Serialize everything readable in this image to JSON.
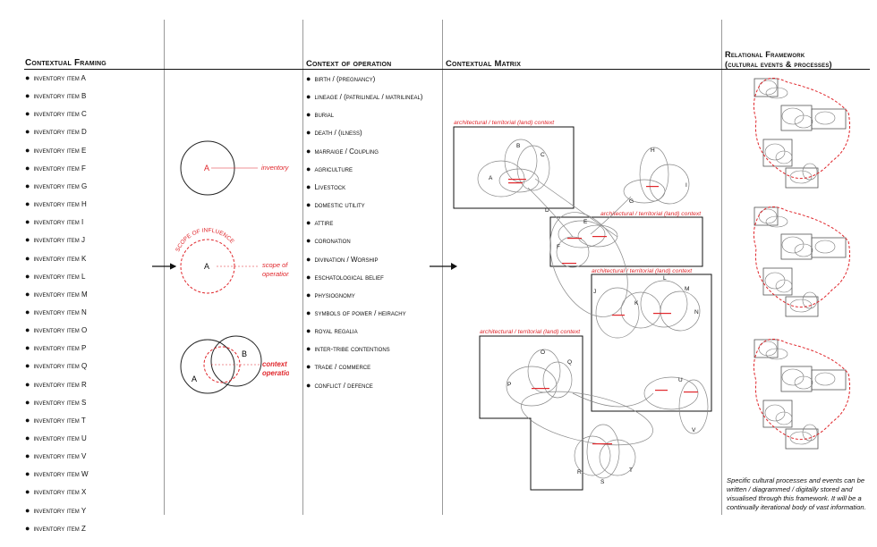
{
  "headings": {
    "framing": "Contextual Framing",
    "operation": "Context of operation",
    "matrix": "Contextual Matrix",
    "relational_line1": "Relational Framework",
    "relational_line2": "(cultural events & processes)"
  },
  "inventory_items": [
    "inventory item A",
    "inventory item B",
    "inventory item C",
    "inventory item D",
    "inventory item E",
    "inventory item F",
    "inventory item G",
    "inventory item H",
    "inventory item I",
    "inventory item J",
    "inventory item K",
    "inventory item L",
    "inventory item M",
    "inventory item N",
    "inventory item O",
    "inventory item P",
    "inventory item Q",
    "inventory item R",
    "inventory item S",
    "inventory item T",
    "inventory item U",
    "inventory item V",
    "inventory item W",
    "inventory item X",
    "inventory item Y",
    "inventory item Z"
  ],
  "operation_items": [
    "birth / (pregnancy)",
    "lineage / (patrilineal / matrilineal)",
    "burial",
    "death / (ilness)",
    "marraige / Coupling",
    "agriculture",
    "Livestock",
    "domestic utility",
    "attire",
    "coronation",
    "divination / Worship",
    "eschatological belief",
    "physiognomy",
    "symbols of power / heirachy",
    "royal regalia",
    "inter-tribe contentions",
    "trade / commerce",
    "conflict / defence"
  ],
  "legend": {
    "a_label": "A",
    "b_label": "B",
    "inventory_item": "inventory item",
    "scope_arc": "SCOPE OF INFLUENCE",
    "scope_line1": "scope of",
    "scope_line2": "operation",
    "context_line1": "context of",
    "context_line2": "operation"
  },
  "matrix": {
    "context_label": "architectural / territorial (land) context",
    "letters": {
      "A": "A",
      "B": "B",
      "C": "C",
      "D": "D",
      "E": "E",
      "F": "F",
      "G": "G",
      "H": "H",
      "I": "I",
      "J": "J",
      "K": "K",
      "L": "L",
      "M": "M",
      "N": "N",
      "O": "O",
      "P": "P",
      "Q": "Q",
      "R": "R",
      "S": "S",
      "T": "T",
      "U": "U",
      "V": "V"
    }
  },
  "note": "Specific cultural processes and events can be written / diagrammed / digitally stored and visualised through this framework. It will be a continually iterational body of vast information.",
  "colors": {
    "accent": "#e0262b",
    "line": "#222222",
    "rule": "#9a9a9a"
  }
}
